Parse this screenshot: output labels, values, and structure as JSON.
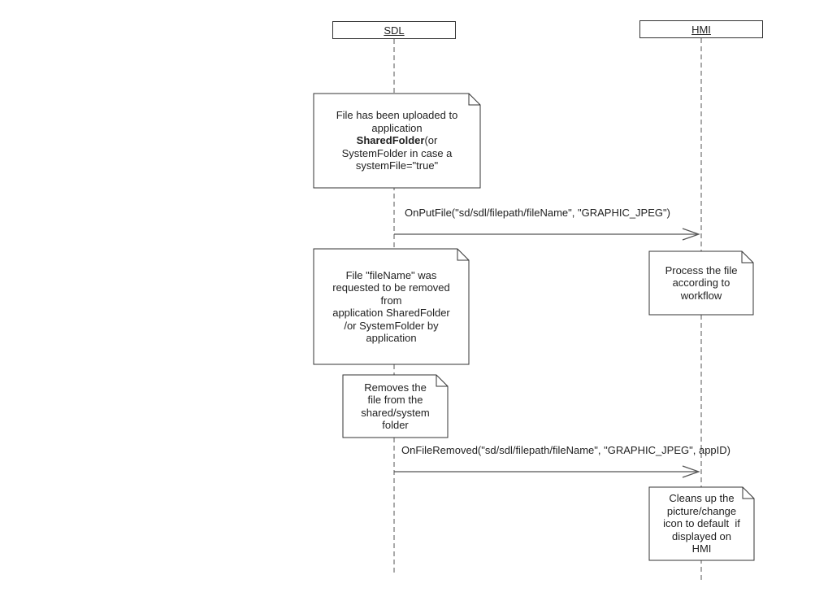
{
  "lifelines": {
    "sdl": "SDL",
    "hmi": "HMI"
  },
  "notes": {
    "uploaded": {
      "line1": "File has been uploaded to",
      "line2": "application",
      "line3_bold": "SharedFolder",
      "line3_rest": "(or",
      "line4": "SystemFolder in case a",
      "line5": "systemFile=\"true\""
    },
    "process": {
      "line1": "Process the file",
      "line2": "according to",
      "line3": "workflow"
    },
    "requested": {
      "line1": "File \"fileName\" was",
      "line2": "requested to be removed",
      "line3": "from",
      "line4": "application SharedFolder",
      "line5": "/or SystemFolder by",
      "line6": "application"
    },
    "removes": {
      "line1": "Removes the",
      "line2": "file from the",
      "line3": "shared/system",
      "line4": "folder"
    },
    "cleans": {
      "line1": "Cleans up the",
      "line2": "picture/change",
      "line3": "icon to default  if",
      "line4": "displayed on",
      "line5": "HMI"
    }
  },
  "messages": {
    "on_put_file": "OnPutFile(\"sd/sdl/filepath/fileName\", \"GRAPHIC_JPEG\")",
    "on_file_removed": "OnFileRemoved(\"sd/sdl/filepath/fileName\", \"GRAPHIC_JPEG\", appID)"
  }
}
